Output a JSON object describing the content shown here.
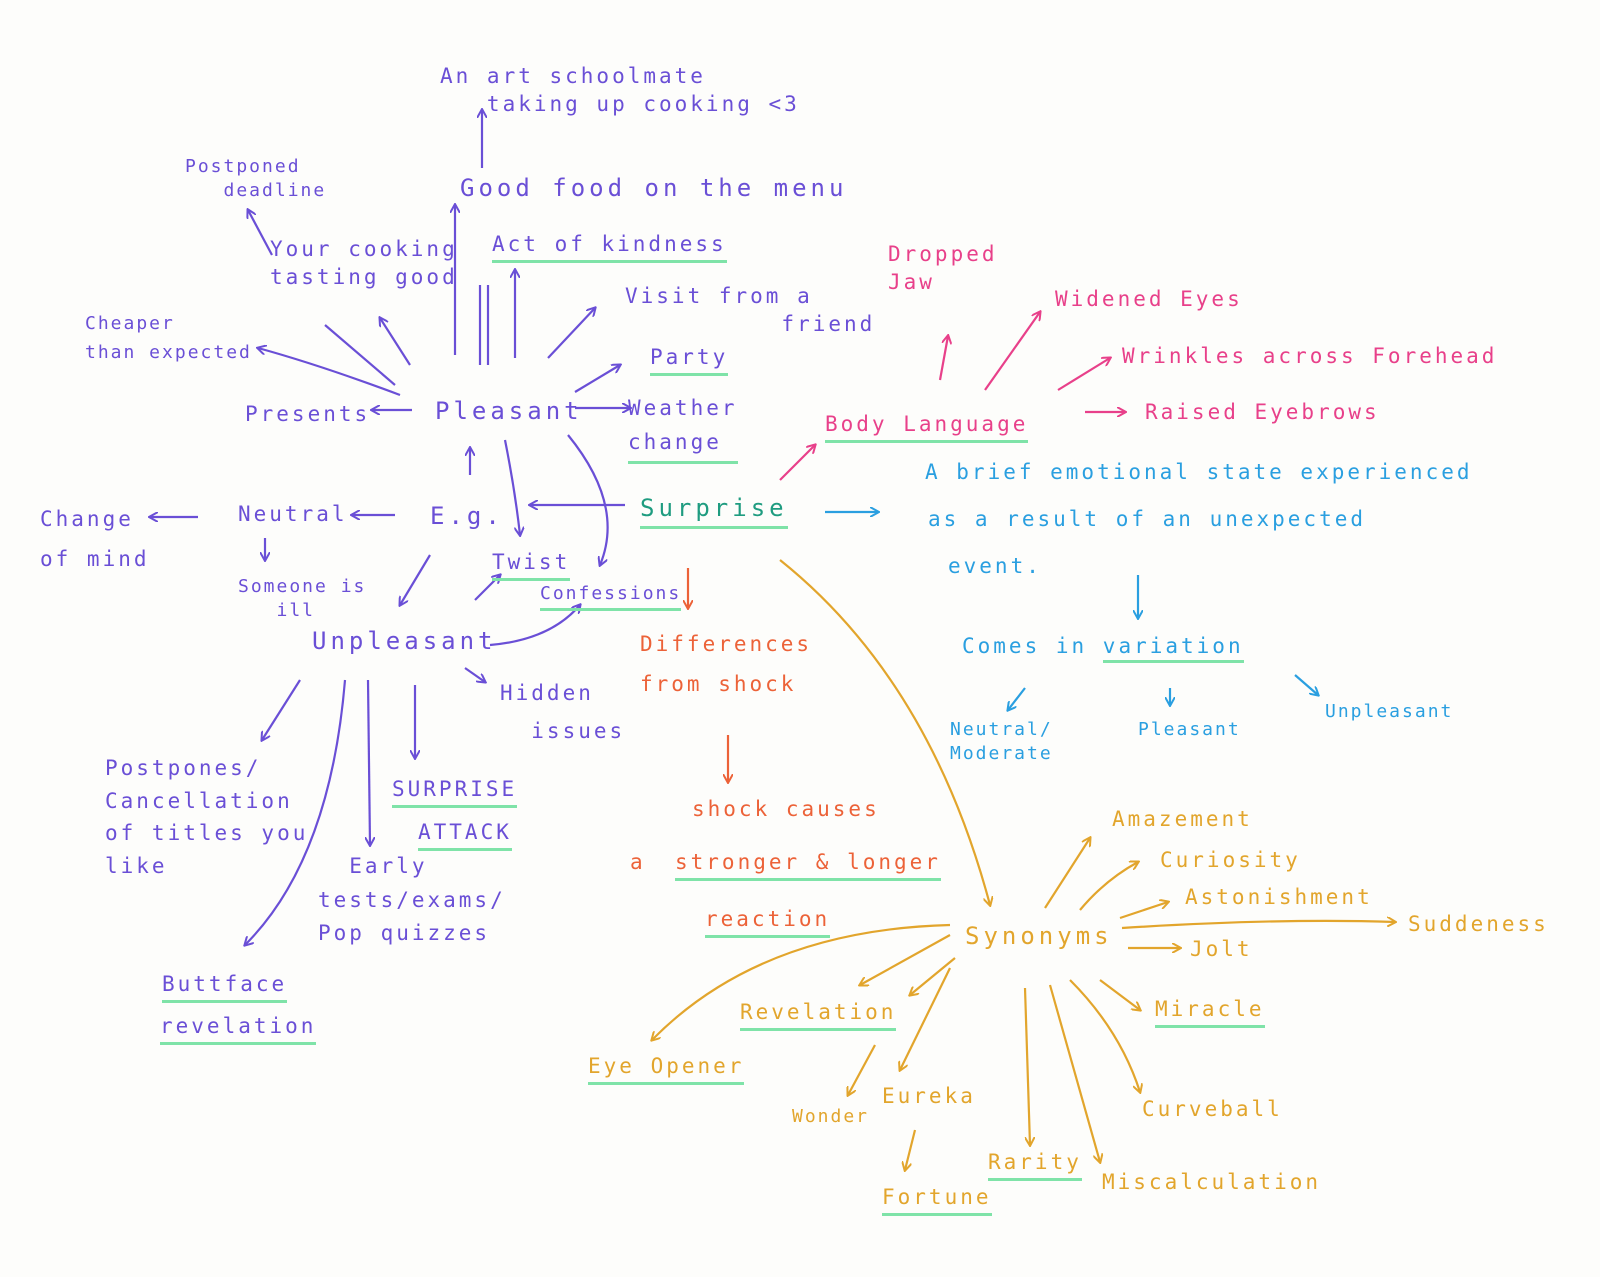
{
  "center": {
    "text": "Surprise"
  },
  "definition": {
    "lines": [
      "A brief emotional state experienced",
      "as a result of an unexpected",
      "event."
    ]
  },
  "variation": {
    "heading_prefix": "Comes in ",
    "heading_key": "variation",
    "kinds": [
      "Neutral/\nModerate",
      "Pleasant",
      "Unpleasant"
    ]
  },
  "body_language": {
    "label": "Body Language",
    "items": [
      "Dropped\nJaw",
      "Widened Eyes",
      "Wrinkles across Forehead",
      "Raised Eyebrows"
    ]
  },
  "shock": {
    "differences": "Differences\nfrom shock",
    "causes": "shock causes",
    "a": "a",
    "stronger": "stronger & longer",
    "reaction": "reaction"
  },
  "examples": {
    "eg": "E.g.",
    "pleasant": "Pleasant",
    "neutral": "Neutral",
    "unpleasant": "Unpleasant",
    "pleasant_items": {
      "art_schoolmate": "An art schoolmate\n   taking up cooking <3",
      "good_food": "Good food on the menu",
      "act_of_kindness": "Act of kindness",
      "postponed_deadline": "Postponed\n   deadline",
      "cooking": "Your cooking\ntasting good",
      "cheaper": "Cheaper\nthan expected",
      "presents": "Presents",
      "visit": "Visit from a\n          friend",
      "party": "Party",
      "weather": "Weather\nchange"
    },
    "neutral_items": {
      "change_of_mind": "Change\nof mind",
      "someone_ill": "Someone is\n   ill"
    },
    "unpleasant_items": {
      "twist": "Twist",
      "confessions": "Confessions",
      "hidden_issues": "Hidden\n  issues",
      "postpones": "Postpones/\nCancellation\nof titles you\nlike",
      "buttface_1": "Buttface",
      "buttface_2": "revelation",
      "surprise_attack_1": "SURPRISE",
      "surprise_attack_2": "ATTACK",
      "early_tests": "  Early\ntests/exams/\nPop quizzes"
    }
  },
  "synonyms": {
    "label": "Synonyms",
    "items": {
      "amazement": "Amazement",
      "curiosity": "Curiosity",
      "astonishment": "Astonishment",
      "suddeness": "Suddeness",
      "jolt": "Jolt",
      "miracle": "Miracle",
      "curveball": "Curveball",
      "miscalculation": "Miscalculation",
      "rarity": "Rarity",
      "fortune": "Fortune",
      "eureka": "Eureka",
      "wonder": "Wonder",
      "revelation": "Revelation",
      "eye_opener": "Eye Opener"
    }
  },
  "colors": {
    "purple": "#6a4fd6",
    "pink": "#e8408a",
    "blue": "#2a9fe0",
    "orange": "#ec6238",
    "gold": "#e2a52c",
    "teal": "#1f9c80",
    "highlight": "#7fe3a8"
  }
}
